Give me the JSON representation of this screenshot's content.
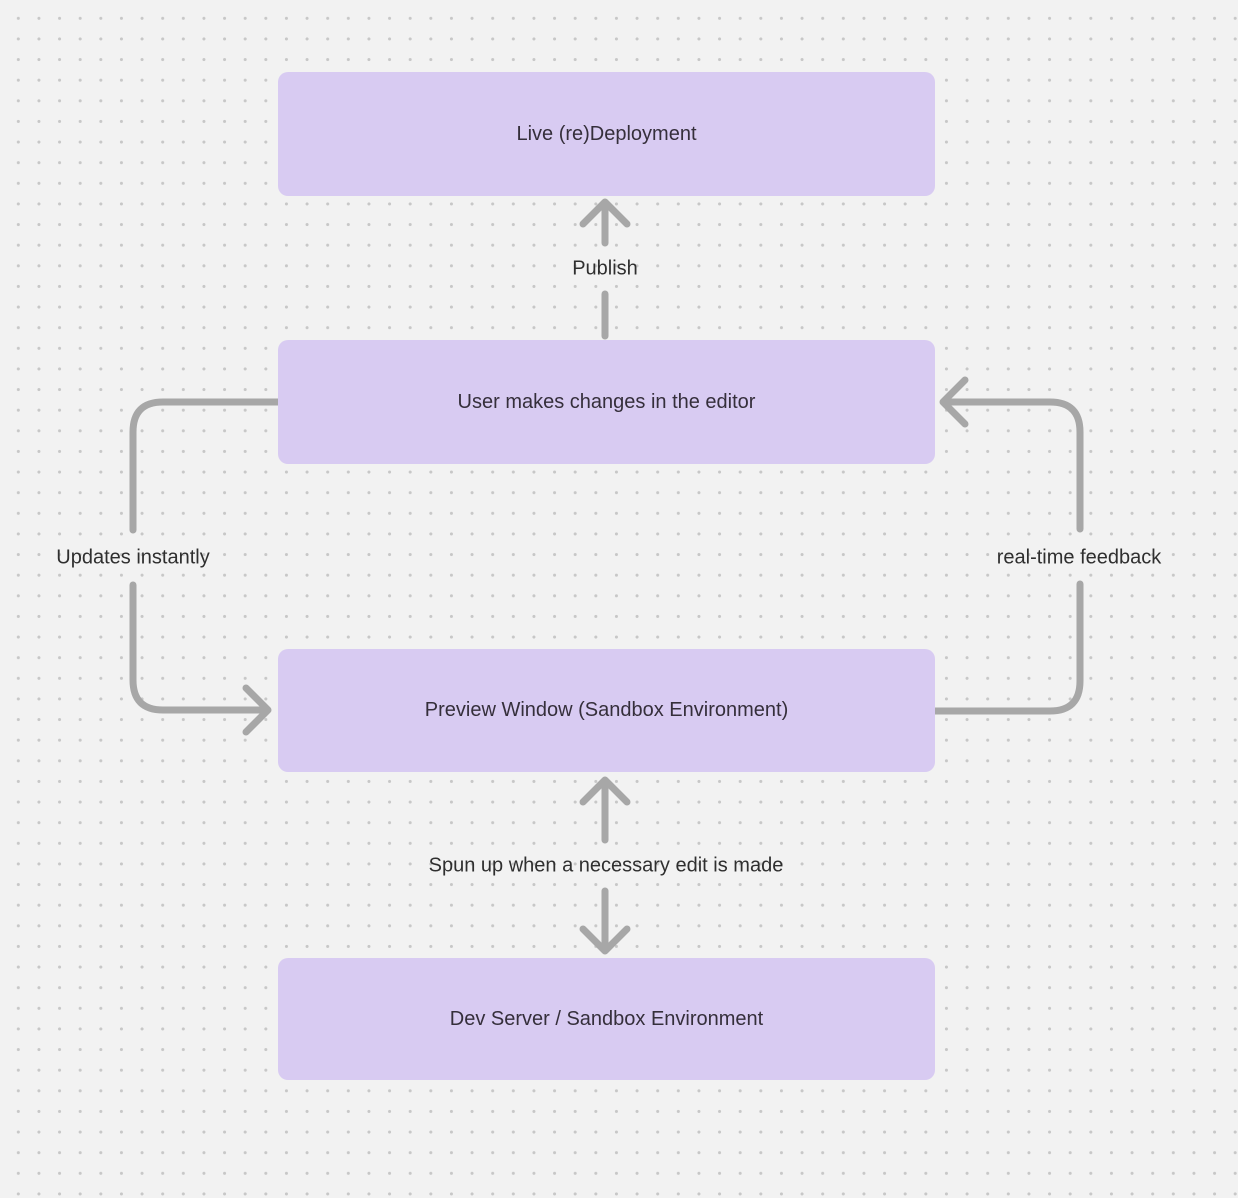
{
  "canvas": {
    "background_color": "#f2f2f2",
    "dot_grid_color": "#c7c7c7"
  },
  "diagram": {
    "colors": {
      "node_fill": "#d8cbf2",
      "node_text": "#352f3b",
      "arrow": "#a7a7a7",
      "edge_label_text": "#2f2f2f"
    },
    "nodes": [
      {
        "id": "live-redeployment",
        "label": "Live (re)Deployment"
      },
      {
        "id": "editor-changes",
        "label": "User makes changes in the editor"
      },
      {
        "id": "preview-window",
        "label": "Preview Window (Sandbox Environment)"
      },
      {
        "id": "dev-server",
        "label": "Dev Server / Sandbox Environment"
      }
    ],
    "edges": [
      {
        "id": "publish",
        "label": "Publish",
        "from": "editor-changes",
        "to": "live-redeployment",
        "arrowheads": "up"
      },
      {
        "id": "updates-instantly",
        "label": "Updates instantly",
        "from": "editor-changes",
        "to": "preview-window",
        "arrowheads": "into preview-window"
      },
      {
        "id": "real-time-feedback",
        "label": "real-time feedback",
        "from": "preview-window",
        "to": "editor-changes",
        "arrowheads": "into editor-changes"
      },
      {
        "id": "spun-up",
        "label": "Spun up when a necessary edit is made",
        "between": [
          "preview-window",
          "dev-server"
        ],
        "arrowheads": "both"
      }
    ]
  }
}
